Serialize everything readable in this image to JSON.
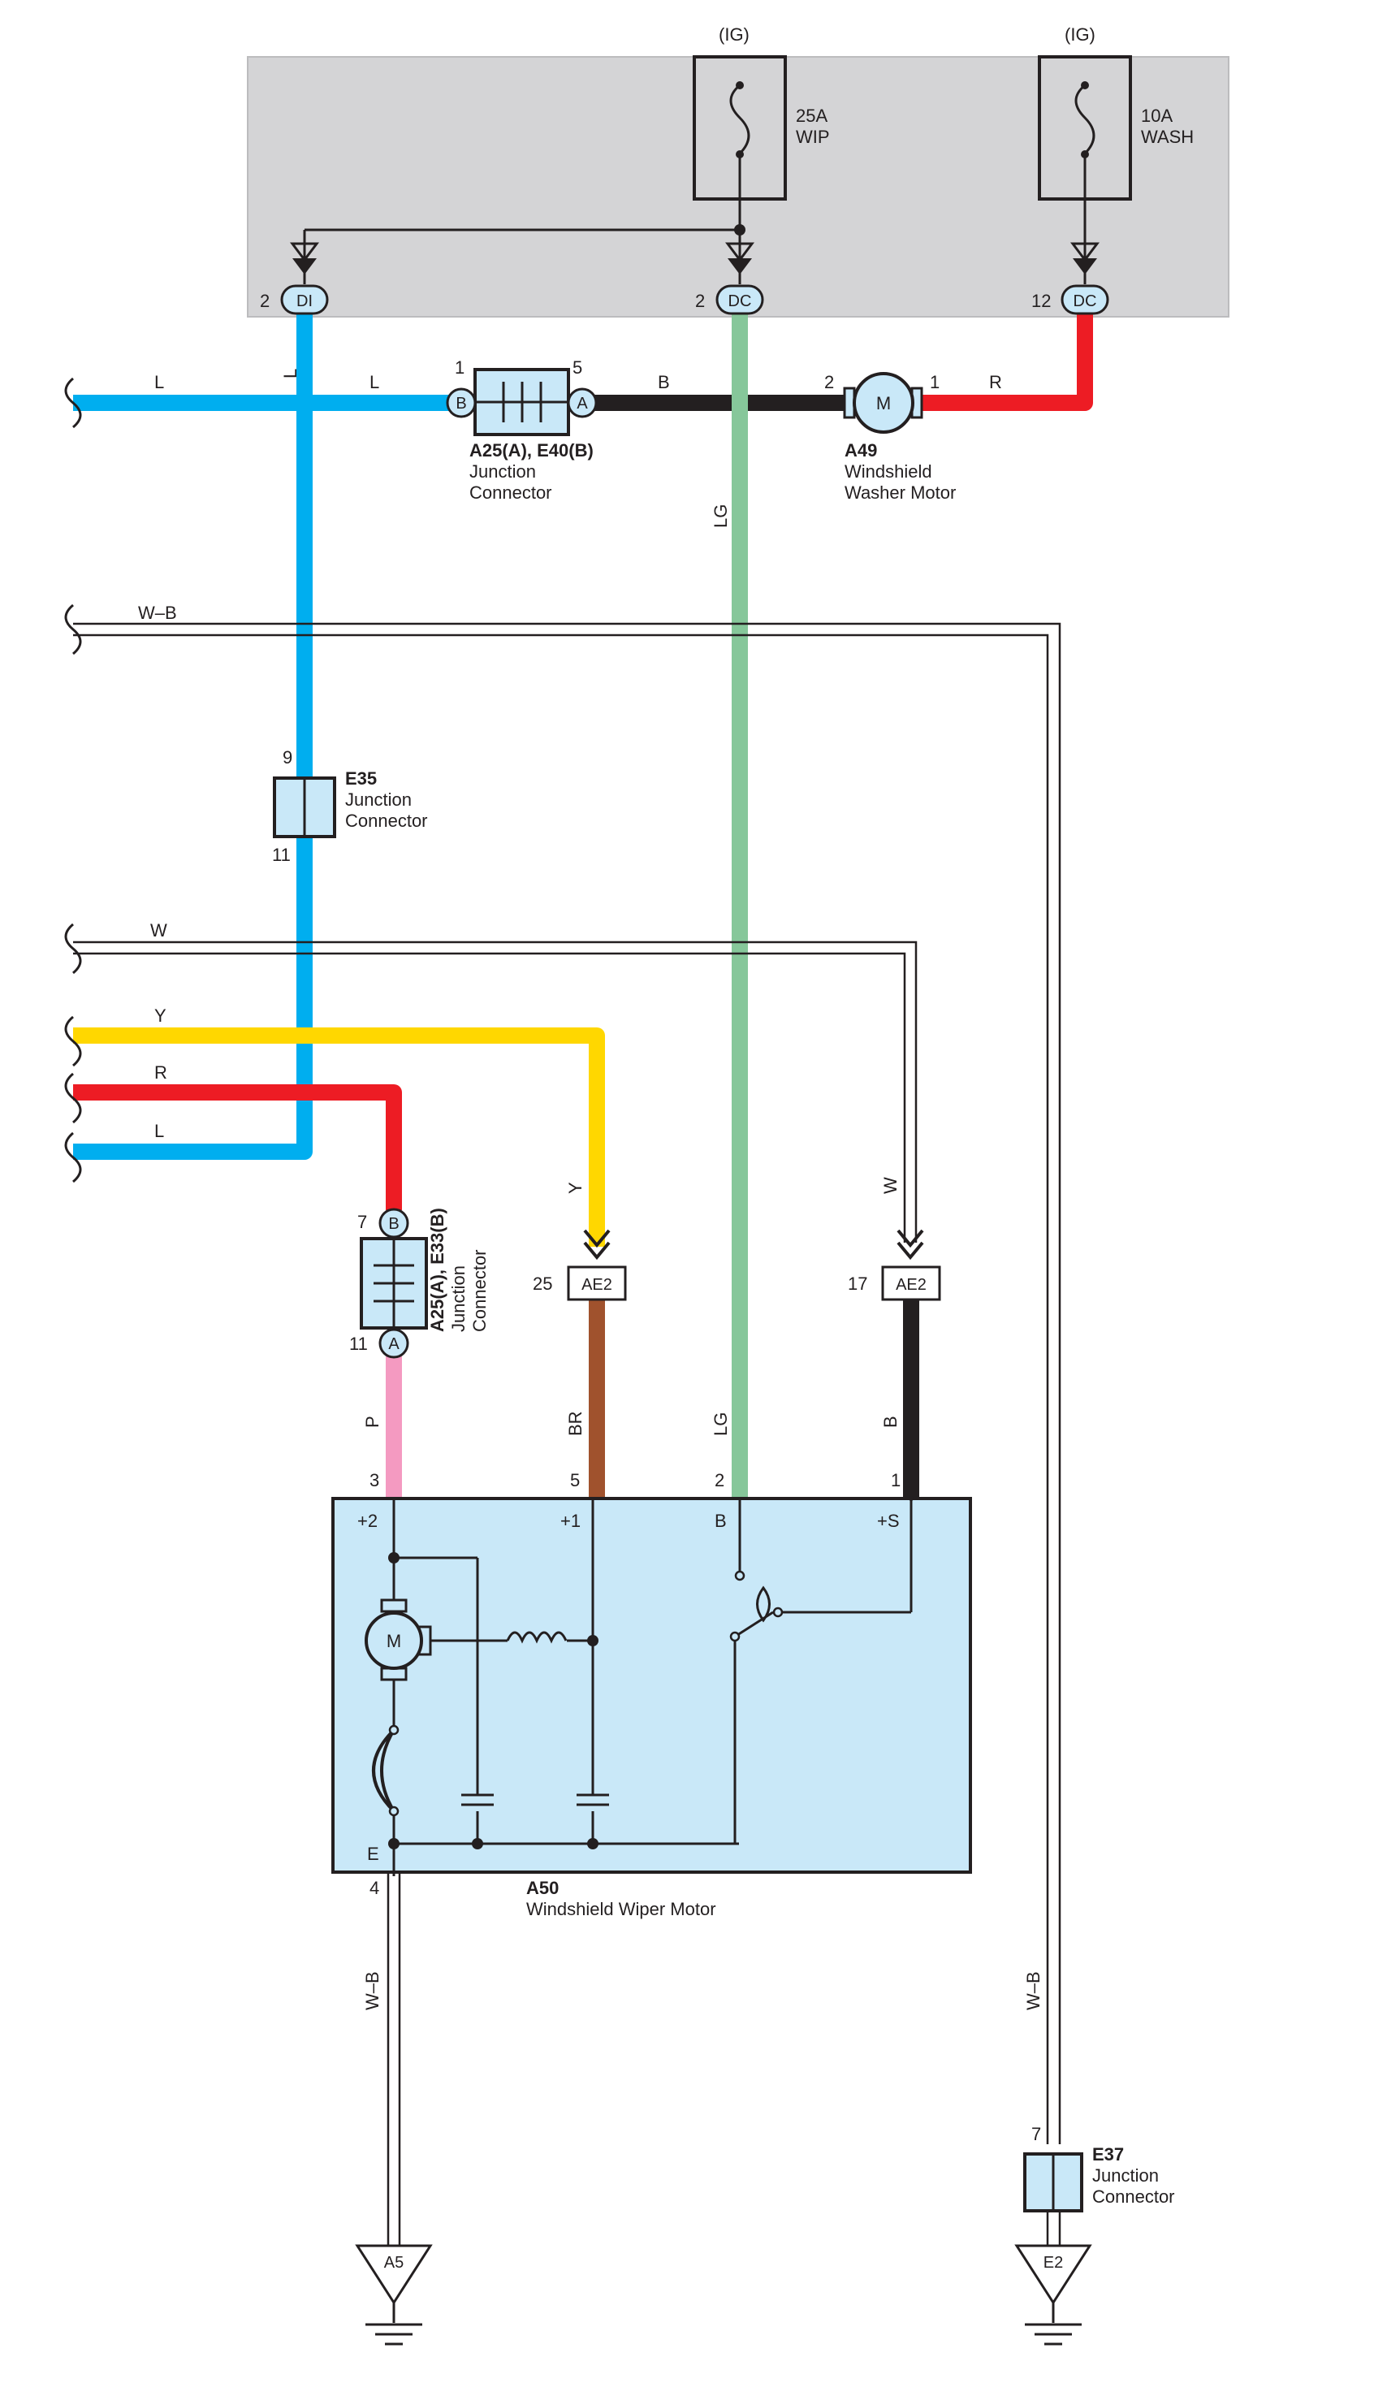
{
  "colors": {
    "L": "#00aeef",
    "LG": "#86c79a",
    "R": "#ed1c24",
    "B": "#231f20",
    "Y": "#ffd700",
    "BR": "#a0522d",
    "P": "#f49ac1",
    "W": "#ffffff",
    "box_fill": "#c9e8f8",
    "panel_fill": "#d4d4d6"
  },
  "fuses": {
    "wip": {
      "ig": "(IG)",
      "rating": "25A",
      "name": "WIP"
    },
    "wash": {
      "ig": "(IG)",
      "rating": "10A",
      "name": "WASH"
    }
  },
  "terminals": {
    "di": {
      "pin": "2",
      "code": "DI"
    },
    "dc_wip": {
      "pin": "2",
      "code": "DC"
    },
    "dc_wash": {
      "pin": "12",
      "code": "DC"
    },
    "ae2_y": {
      "pin": "25",
      "code": "AE2"
    },
    "ae2_w": {
      "pin": "17",
      "code": "AE2"
    }
  },
  "connectors": {
    "a25_e40": {
      "id": "A25(A), E40(B)",
      "line1": "Junction",
      "line2": "Connector",
      "pin_left": "1",
      "pin_right": "5",
      "letter_left": "B",
      "letter_right": "A"
    },
    "a49": {
      "id": "A49",
      "line1": "Windshield",
      "line2": "Washer Motor",
      "pin_left": "2",
      "pin_right": "1",
      "symbol": "M"
    },
    "e35": {
      "id": "E35",
      "line1": "Junction",
      "line2": "Connector",
      "pin_top": "9",
      "pin_bottom": "11"
    },
    "a25_e33": {
      "id": "A25(A), E33(B)",
      "line1": "Junction",
      "line2": "Connector",
      "pin_top": "7",
      "pin_bottom": "11",
      "letter_top": "B",
      "letter_bottom": "A"
    },
    "e37": {
      "id": "E37",
      "line1": "Junction",
      "line2": "Connector",
      "pin_top": "7"
    }
  },
  "wires": {
    "di_drop": "L",
    "left_l": "L",
    "left_l2": "L",
    "b_wire": "B",
    "r_wire": "R",
    "lg_upper": "LG",
    "lg_lower": "LG",
    "wb_top": "W–B",
    "w_wire": "W",
    "y_wire": "Y",
    "r_left": "R",
    "l_bottom": "L",
    "y_vert": "Y",
    "w_vert": "W",
    "p_wire": "P",
    "br_wire": "BR",
    "b_vert": "B",
    "wb_ground": "W–B",
    "wb_right": "W–B"
  },
  "motor": {
    "id": "A50",
    "name": "Windshield Wiper Motor",
    "symbol": "M",
    "pins": {
      "p3": "3",
      "p5": "5",
      "p2": "2",
      "p1": "1",
      "p4": "4"
    },
    "terms": {
      "plus2": "+2",
      "plus1": "+1",
      "b": "B",
      "plus_s": "+S",
      "e": "E"
    }
  },
  "grounds": {
    "a5": "A5",
    "e2": "E2"
  }
}
